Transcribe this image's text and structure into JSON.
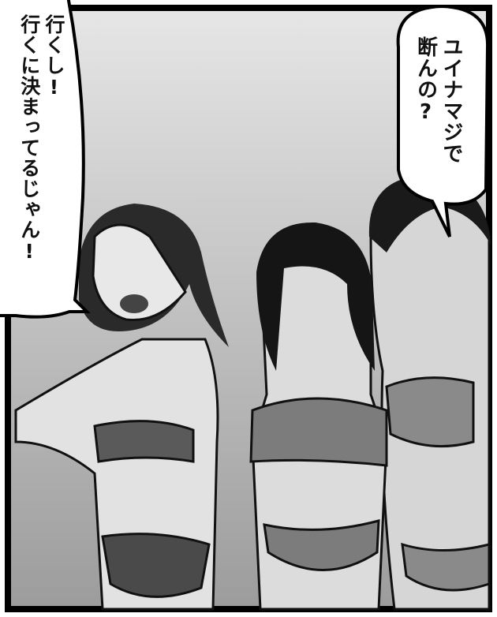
{
  "speech_left": {
    "lines": [
      "行くし!",
      "行くに決まってるじゃん!"
    ]
  },
  "speech_right": {
    "lines": [
      "ユイナマジで",
      "断んの?"
    ]
  }
}
